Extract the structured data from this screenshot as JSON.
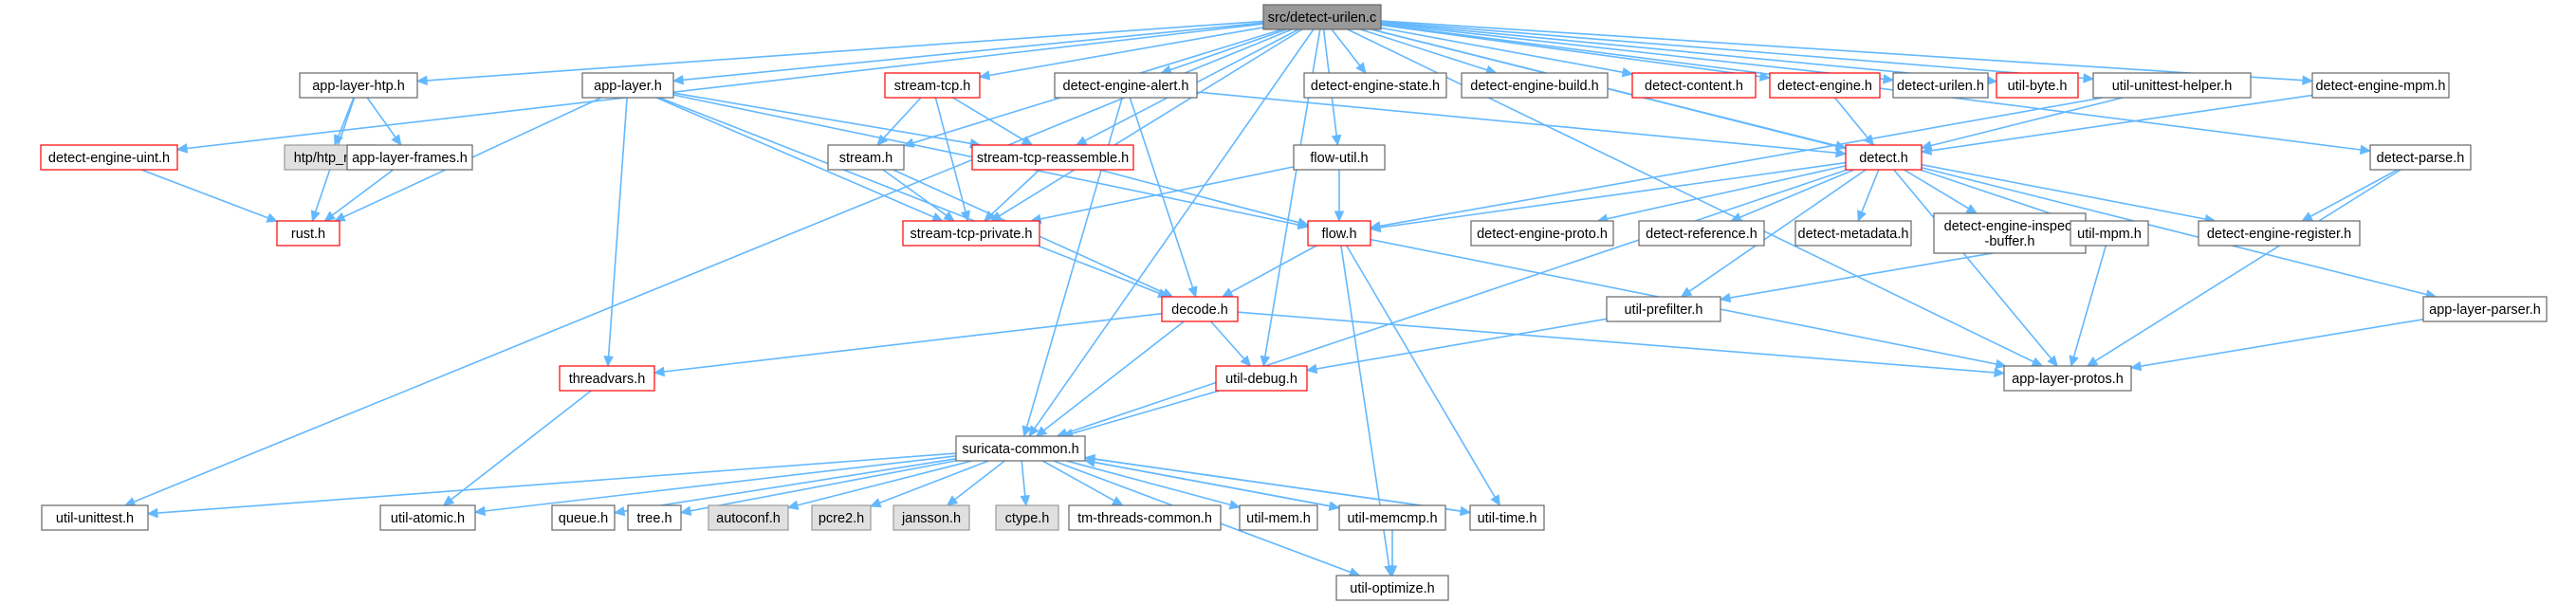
{
  "title": "src/detect-urilen.c",
  "colors": {
    "edge": "#63b8ff",
    "root_fill": "#999999",
    "truncated_border": "#ff0000",
    "plain_border": "#666666",
    "system_fill": "#e0e0e0",
    "system_border": "#999999",
    "node_fill": "#ffffff"
  },
  "nodes": [
    {
      "id": "root",
      "label": "src/detect-urilen.c",
      "style": "root"
    },
    {
      "id": "applayerhtp",
      "label": "app-layer-htp.h",
      "style": "plain"
    },
    {
      "id": "applayer",
      "label": "app-layer.h",
      "style": "plain"
    },
    {
      "id": "streamtcp",
      "label": "stream-tcp.h",
      "style": "red"
    },
    {
      "id": "dealert",
      "label": "detect-engine-alert.h",
      "style": "plain"
    },
    {
      "id": "destate",
      "label": "detect-engine-state.h",
      "style": "plain"
    },
    {
      "id": "debuild",
      "label": "detect-engine-build.h",
      "style": "plain"
    },
    {
      "id": "dcontent",
      "label": "detect-content.h",
      "style": "red"
    },
    {
      "id": "dengine",
      "label": "detect-engine.h",
      "style": "red"
    },
    {
      "id": "durilen",
      "label": "detect-urilen.h",
      "style": "plain"
    },
    {
      "id": "ubyte",
      "label": "util-byte.h",
      "style": "red"
    },
    {
      "id": "uunithelper",
      "label": "util-unittest-helper.h",
      "style": "plain"
    },
    {
      "id": "dempm",
      "label": "detect-engine-mpm.h",
      "style": "plain"
    },
    {
      "id": "deuint",
      "label": "detect-engine-uint.h",
      "style": "red"
    },
    {
      "id": "htprs",
      "label": "htp/htp_rs.h",
      "style": "system"
    },
    {
      "id": "alframes",
      "label": "app-layer-frames.h",
      "style": "plain"
    },
    {
      "id": "stream",
      "label": "stream.h",
      "style": "plain"
    },
    {
      "id": "streasm",
      "label": "stream-tcp-reassemble.h",
      "style": "red"
    },
    {
      "id": "flowutil",
      "label": "flow-util.h",
      "style": "plain"
    },
    {
      "id": "detect",
      "label": "detect.h",
      "style": "red"
    },
    {
      "id": "dparse",
      "label": "detect-parse.h",
      "style": "plain"
    },
    {
      "id": "rust",
      "label": "rust.h",
      "style": "red"
    },
    {
      "id": "stpriv",
      "label": "stream-tcp-private.h",
      "style": "red"
    },
    {
      "id": "flow",
      "label": "flow.h",
      "style": "red"
    },
    {
      "id": "deproto",
      "label": "detect-engine-proto.h",
      "style": "plain"
    },
    {
      "id": "dref",
      "label": "detect-reference.h",
      "style": "plain"
    },
    {
      "id": "dmeta",
      "label": "detect-metadata.h",
      "style": "plain"
    },
    {
      "id": "deinspect",
      "label": "detect-engine-inspect\n-buffer.h",
      "style": "plain"
    },
    {
      "id": "umpm",
      "label": "util-mpm.h",
      "style": "plain"
    },
    {
      "id": "dereg",
      "label": "detect-engine-register.h",
      "style": "plain"
    },
    {
      "id": "decode",
      "label": "decode.h",
      "style": "red"
    },
    {
      "id": "uprefilter",
      "label": "util-prefilter.h",
      "style": "plain"
    },
    {
      "id": "alparser",
      "label": "app-layer-parser.h",
      "style": "plain"
    },
    {
      "id": "threadvars",
      "label": "threadvars.h",
      "style": "red"
    },
    {
      "id": "udebug",
      "label": "util-debug.h",
      "style": "red"
    },
    {
      "id": "alprotos",
      "label": "app-layer-protos.h",
      "style": "plain"
    },
    {
      "id": "scommon",
      "label": "suricata-common.h",
      "style": "plain"
    },
    {
      "id": "uunittest",
      "label": "util-unittest.h",
      "style": "plain"
    },
    {
      "id": "uatomic",
      "label": "util-atomic.h",
      "style": "plain"
    },
    {
      "id": "queue",
      "label": "queue.h",
      "style": "plain"
    },
    {
      "id": "tree",
      "label": "tree.h",
      "style": "plain"
    },
    {
      "id": "autoconf",
      "label": "autoconf.h",
      "style": "system"
    },
    {
      "id": "pcre2",
      "label": "pcre2.h",
      "style": "system"
    },
    {
      "id": "jansson",
      "label": "jansson.h",
      "style": "system"
    },
    {
      "id": "ctype",
      "label": "ctype.h",
      "style": "system"
    },
    {
      "id": "tmthreads",
      "label": "tm-threads-common.h",
      "style": "plain"
    },
    {
      "id": "umem",
      "label": "util-mem.h",
      "style": "plain"
    },
    {
      "id": "umemcmp",
      "label": "util-memcmp.h",
      "style": "plain"
    },
    {
      "id": "utime",
      "label": "util-time.h",
      "style": "plain"
    },
    {
      "id": "uoptimize",
      "label": "util-optimize.h",
      "style": "plain"
    }
  ],
  "edges": [
    [
      "root",
      "applayerhtp"
    ],
    [
      "root",
      "applayer"
    ],
    [
      "root",
      "streamtcp"
    ],
    [
      "root",
      "dealert"
    ],
    [
      "root",
      "destate"
    ],
    [
      "root",
      "debuild"
    ],
    [
      "root",
      "dcontent"
    ],
    [
      "root",
      "dengine"
    ],
    [
      "root",
      "durilen"
    ],
    [
      "root",
      "ubyte"
    ],
    [
      "root",
      "uunithelper"
    ],
    [
      "root",
      "dempm"
    ],
    [
      "root",
      "deuint"
    ],
    [
      "root",
      "uunittest"
    ],
    [
      "root",
      "scommon"
    ],
    [
      "root",
      "stpriv"
    ],
    [
      "root",
      "stream"
    ],
    [
      "root",
      "streasm"
    ],
    [
      "root",
      "flowutil"
    ],
    [
      "root",
      "udebug"
    ],
    [
      "root",
      "detect"
    ],
    [
      "root",
      "dparse"
    ],
    [
      "root",
      "alparser"
    ],
    [
      "root",
      "alprotos"
    ],
    [
      "applayerhtp",
      "htprs"
    ],
    [
      "applayerhtp",
      "alframes"
    ],
    [
      "applayerhtp",
      "rust"
    ],
    [
      "alframes",
      "rust"
    ],
    [
      "deuint",
      "rust"
    ],
    [
      "applayer",
      "rust"
    ],
    [
      "applayer",
      "streasm"
    ],
    [
      "applayer",
      "stpriv"
    ],
    [
      "applayer",
      "flow"
    ],
    [
      "applayer",
      "decode"
    ],
    [
      "applayer",
      "threadvars"
    ],
    [
      "streamtcp",
      "stream"
    ],
    [
      "streamtcp",
      "streasm"
    ],
    [
      "streamtcp",
      "stpriv"
    ],
    [
      "stream",
      "decode"
    ],
    [
      "stream",
      "stpriv"
    ],
    [
      "streasm",
      "stpriv"
    ],
    [
      "streasm",
      "flow"
    ],
    [
      "flowutil",
      "stpriv"
    ],
    [
      "flowutil",
      "flow"
    ],
    [
      "dealert",
      "detect"
    ],
    [
      "dealert",
      "decode"
    ],
    [
      "dealert",
      "scommon"
    ],
    [
      "dengine",
      "detect"
    ],
    [
      "uunithelper",
      "detect"
    ],
    [
      "uunithelper",
      "flow"
    ],
    [
      "dempm",
      "detect"
    ],
    [
      "dparse",
      "dereg"
    ],
    [
      "dparse",
      "alprotos"
    ],
    [
      "detect",
      "flow"
    ],
    [
      "detect",
      "deproto"
    ],
    [
      "detect",
      "dref"
    ],
    [
      "detect",
      "dmeta"
    ],
    [
      "detect",
      "deinspect"
    ],
    [
      "detect",
      "umpm"
    ],
    [
      "detect",
      "dereg"
    ],
    [
      "detect",
      "uprefilter"
    ],
    [
      "detect",
      "alprotos"
    ],
    [
      "detect",
      "scommon"
    ],
    [
      "umpm",
      "uprefilter"
    ],
    [
      "umpm",
      "alprotos"
    ],
    [
      "alparser",
      "alprotos"
    ],
    [
      "flow",
      "decode"
    ],
    [
      "flow",
      "alprotos"
    ],
    [
      "flow",
      "utime"
    ],
    [
      "flow",
      "uoptimize"
    ],
    [
      "decode",
      "threadvars"
    ],
    [
      "decode",
      "udebug"
    ],
    [
      "decode",
      "scommon"
    ],
    [
      "decode",
      "alprotos"
    ],
    [
      "uprefilter",
      "udebug"
    ],
    [
      "threadvars",
      "uatomic"
    ],
    [
      "udebug",
      "scommon"
    ],
    [
      "scommon",
      "uunittest"
    ],
    [
      "scommon",
      "uatomic"
    ],
    [
      "scommon",
      "queue"
    ],
    [
      "scommon",
      "tree"
    ],
    [
      "scommon",
      "autoconf"
    ],
    [
      "scommon",
      "pcre2"
    ],
    [
      "scommon",
      "jansson"
    ],
    [
      "scommon",
      "ctype"
    ],
    [
      "scommon",
      "tmthreads"
    ],
    [
      "scommon",
      "umem"
    ],
    [
      "scommon",
      "umemcmp"
    ],
    [
      "scommon",
      "utime"
    ],
    [
      "scommon",
      "uoptimize"
    ],
    [
      "umemcmp",
      "scommon"
    ],
    [
      "utime",
      "scommon"
    ],
    [
      "umemcmp",
      "uoptimize"
    ]
  ]
}
